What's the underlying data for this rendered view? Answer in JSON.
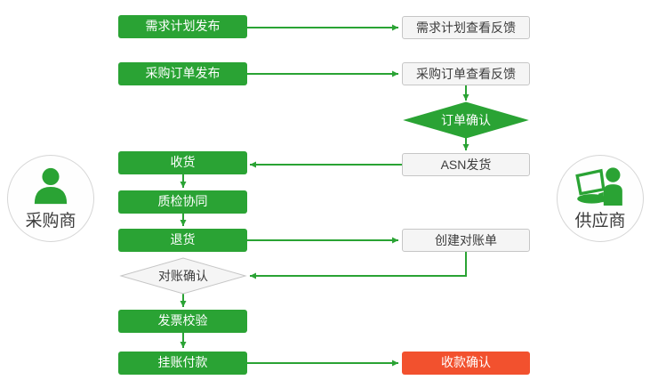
{
  "colors": {
    "green": "#2aa334",
    "red": "#f2512e",
    "gray_fill": "#f5f5f5",
    "gray_border": "#c6c6c6",
    "text_dark": "#3c3c3c"
  },
  "actors": {
    "buyer": {
      "label": "采购商",
      "icon": "person-icon"
    },
    "supplier": {
      "label": "供应商",
      "icon": "person-laptop-icon"
    }
  },
  "buyer_lane": {
    "demand_plan_publish": "需求计划发布",
    "po_publish": "采购订单发布",
    "receive_goods": "收货",
    "quality_collab": "质检协同",
    "return_goods": "退货",
    "reconcile_confirm": "对账确认",
    "invoice_verify": "发票校验",
    "payment_on_account": "挂账付款"
  },
  "supplier_lane": {
    "demand_plan_feedback": "需求计划查看反馈",
    "po_feedback": "采购订单查看反馈",
    "order_confirm": "订单确认",
    "asn_ship": "ASN发货",
    "create_statement": "创建对账单",
    "receipt_confirm": "收款确认"
  }
}
